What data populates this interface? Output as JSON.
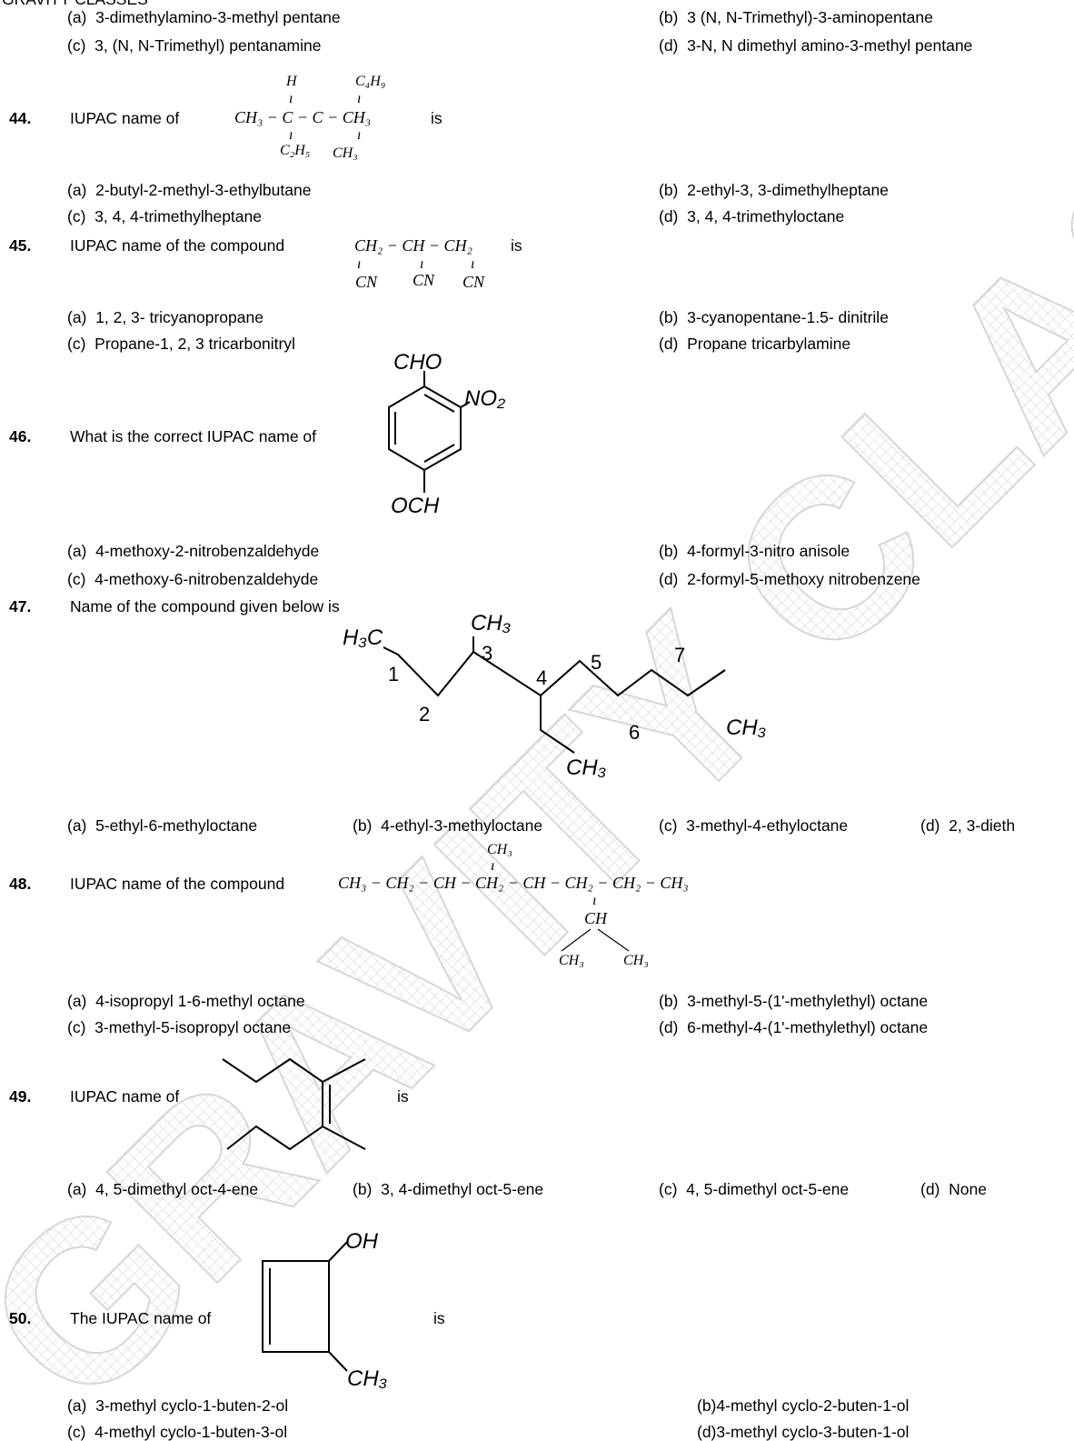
{
  "header": {
    "text": "GRAVITY CLASSES"
  },
  "watermark": {
    "text": "GRAVITY CLASSES",
    "color": "#d0d0d0"
  },
  "q43": {
    "options": [
      {
        "label": "(a)",
        "text": "3-dimethylamino-3-methyl pentane"
      },
      {
        "label": "(b)",
        "text": "3 (N, N-Trimethyl)-3-aminopentane"
      },
      {
        "label": "(c)",
        "text": "3, (N, N-Trimethyl) pentanamine"
      },
      {
        "label": "(d)",
        "text": "3-N, N dimethyl amino-3-methyl pentane"
      }
    ]
  },
  "q44": {
    "number": "44.",
    "stem": "IUPAC name of",
    "suffix": "is",
    "formula": {
      "top1": "H",
      "top2": "C₄H₉",
      "main": "CH₃ − C − C − CH₃",
      "bottom1": "C₂H₅",
      "bottom2": "CH₃"
    },
    "options": [
      {
        "label": "(a)",
        "text": "2-butyl-2-methyl-3-ethylbutane"
      },
      {
        "label": "(b)",
        "text": "2-ethyl-3, 3-dimethylheptane"
      },
      {
        "label": "(c)",
        "text": "3, 4, 4-trimethylheptane"
      },
      {
        "label": "(d)",
        "text": "3, 4, 4-trimethyloctane"
      }
    ]
  },
  "q45": {
    "number": "45.",
    "stem": "IUPAC name of the compound",
    "suffix": "is",
    "formula": {
      "main": "CH₂ − CH − CH₂",
      "sub1": "CN",
      "sub2": "CN",
      "sub3": "CN"
    },
    "options": [
      {
        "label": "(a)",
        "text": "1, 2, 3- tricyanopropane"
      },
      {
        "label": "(b)",
        "text": "3-cyanopentane-1.5- dinitrile"
      },
      {
        "label": "(c)",
        "text": "Propane-1, 2, 3 tricarbonitryl"
      },
      {
        "label": "(d)",
        "text": "Propane tricarbylamine"
      }
    ]
  },
  "q46": {
    "number": "46.",
    "stem": "What is the correct IUPAC name of",
    "labels": {
      "top": "CHO",
      "right": "NO₂",
      "bottom": "OCH"
    },
    "options": [
      {
        "label": "(a)",
        "text": "4-methoxy-2-nitrobenzaldehyde"
      },
      {
        "label": "(b)",
        "text": "4-formyl-3-nitro anisole"
      },
      {
        "label": "(c)",
        "text": "4-methoxy-6-nitrobenzaldehyde"
      },
      {
        "label": "(d)",
        "text": "2-formyl-5-methoxy nitrobenzene"
      }
    ]
  },
  "q47": {
    "number": "47.",
    "stem": "Name of the compound given below is",
    "labels": {
      "ch3_top": "CH₃",
      "h3c": "H₃C",
      "ch3_right": "CH₃",
      "ch3_bottom": "CH₃",
      "n1": "1",
      "n2": "2",
      "n3": "3",
      "n4": "4",
      "n5": "5",
      "n6": "6",
      "n7": "7"
    },
    "options": [
      {
        "label": "(a)",
        "text": "5-ethyl-6-methyloctane"
      },
      {
        "label": "(b)",
        "text": "4-ethyl-3-methyloctane"
      },
      {
        "label": "(c)",
        "text": "3-methyl-4-ethyloctane"
      },
      {
        "label": "(d)",
        "text": "2, 3-dieth"
      }
    ]
  },
  "q48": {
    "number": "48.",
    "stem": "IUPAC name of the compound",
    "formula": {
      "top": "CH₃",
      "main": "CH₃ − CH₂ − CH − CH₂ − CH − CH₂ − CH₂ − CH₃",
      "branch": "CH",
      "left": "CH₃",
      "right": "CH₃"
    },
    "options": [
      {
        "label": "(a)",
        "text": "4-isopropyl 1-6-methyl octane"
      },
      {
        "label": "(b)",
        "text": "3-methyl-5-(1'-methylethyl) octane"
      },
      {
        "label": "(c)",
        "text": "3-methyl-5-isopropyl octane"
      },
      {
        "label": "(d)",
        "text": "6-methyl-4-(1'-methylethyl) octane"
      }
    ]
  },
  "q49": {
    "number": "49.",
    "stem": "IUPAC name of",
    "suffix": "is",
    "options": [
      {
        "label": "(a)",
        "text": "4, 5-dimethyl oct-4-ene"
      },
      {
        "label": "(b)",
        "text": "3, 4-dimethyl oct-5-ene"
      },
      {
        "label": "(c)",
        "text": "4, 5-dimethyl oct-5-ene"
      },
      {
        "label": "(d)",
        "text": "None"
      }
    ]
  },
  "q50": {
    "number": "50.",
    "stem": "The IUPAC name of",
    "suffix": "is",
    "labels": {
      "oh": "OH",
      "ch3": "CH₃"
    },
    "options": [
      {
        "label": "(a)",
        "text": "3-methyl cyclo-1-buten-2-ol"
      },
      {
        "label": "(b)",
        "text": "(b)4-methyl cyclo-2-buten-1-ol"
      },
      {
        "label": "(c)",
        "text": "4-methyl cyclo-1-buten-3-ol"
      },
      {
        "label": "(d)",
        "text": "(d)3-methyl cyclo-3-buten-1-ol"
      }
    ]
  }
}
